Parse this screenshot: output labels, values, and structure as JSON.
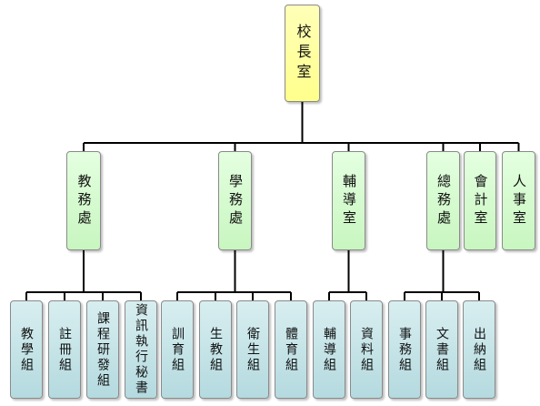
{
  "colors": {
    "root": "#ffff99",
    "department": "#ccf5c5",
    "unit": "#bde0e5",
    "lines": "#000000"
  },
  "org": {
    "name": "校長室",
    "children": [
      {
        "name": "教務處",
        "children": [
          {
            "name": "教學組"
          },
          {
            "name": "註冊組"
          },
          {
            "name": "課程研發組"
          },
          {
            "name": "資訊執行秘書"
          }
        ]
      },
      {
        "name": "學務處",
        "children": [
          {
            "name": "訓育組"
          },
          {
            "name": "生教組"
          },
          {
            "name": "衛生組"
          },
          {
            "name": "體育組"
          }
        ]
      },
      {
        "name": "輔導室",
        "children": [
          {
            "name": "輔導組"
          },
          {
            "name": "資料組"
          }
        ]
      },
      {
        "name": "總務處",
        "children": [
          {
            "name": "事務組"
          },
          {
            "name": "文書組"
          },
          {
            "name": "出納組"
          }
        ]
      },
      {
        "name": "會計室"
      },
      {
        "name": "人事室"
      }
    ]
  }
}
